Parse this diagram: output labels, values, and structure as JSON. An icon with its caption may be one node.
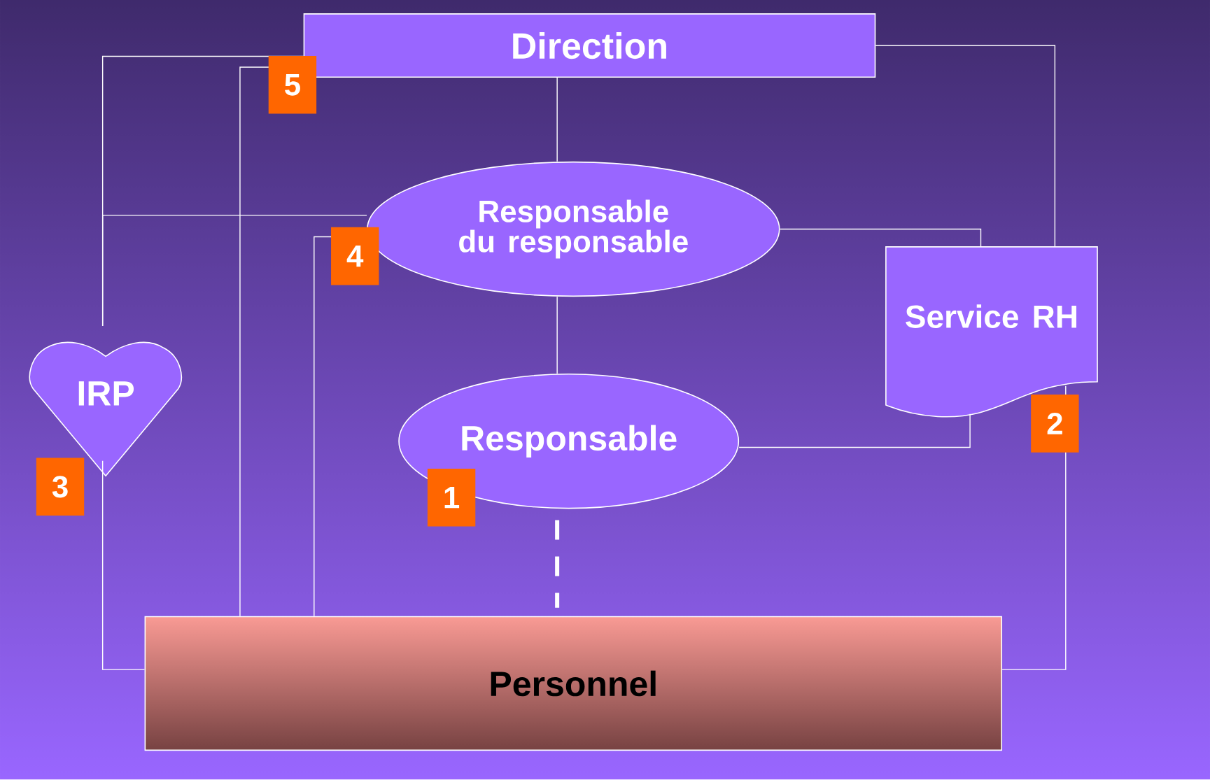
{
  "diagram": {
    "nodes": [
      {
        "text": [
          "Direction"
        ]
      },
      {
        "text": [
          "Responsable du responsable"
        ]
      },
      {
        "text": [
          "Service RH"
        ]
      },
      {
        "text": [
          "IRP"
        ]
      },
      {
        "text": [
          "Responsable"
        ]
      },
      {
        "text": [
          "Personnel"
        ]
      }
    ],
    "edges": [
      {
        "from": 0,
        "to": 1,
        "arrow": "none"
      },
      {
        "from": 1,
        "to": 4,
        "arrow": "none"
      },
      {
        "from": 4,
        "to": 5,
        "arrow": "none",
        "style": "dashed"
      },
      {
        "from": 0,
        "to": 2,
        "arrow": "none"
      },
      {
        "from": 1,
        "to": 2,
        "arrow": "none"
      },
      {
        "from": 4,
        "to": 2,
        "arrow": "none"
      },
      {
        "from": 2,
        "to": 5,
        "arrow": "none"
      },
      {
        "from": 3,
        "to": 0,
        "arrow": "none"
      },
      {
        "from": 3,
        "to": 1,
        "arrow": "none"
      },
      {
        "from": 3,
        "to": 5,
        "arrow": "none"
      },
      {
        "from": 0,
        "to": 5,
        "arrow": "none"
      },
      {
        "from": 1,
        "to": 5,
        "arrow": "none"
      }
    ],
    "labels": [
      "5",
      "4",
      "2",
      "3",
      "1"
    ]
  }
}
